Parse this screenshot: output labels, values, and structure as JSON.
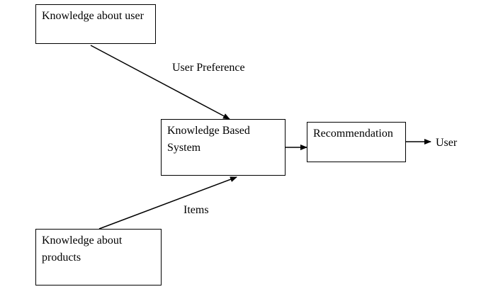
{
  "diagram": {
    "nodes": {
      "knowledge_about_user": "Knowledge about user",
      "knowledge_based_system": "Knowledge Based System",
      "recommendation": "Recommendation",
      "knowledge_about_products": "Knowledge about products"
    },
    "edge_labels": {
      "user_preference": "User Preference",
      "items": "Items",
      "user": "User"
    },
    "edges": [
      {
        "from": "knowledge_about_user",
        "to": "knowledge_based_system",
        "label": "User Preference"
      },
      {
        "from": "knowledge_about_products",
        "to": "knowledge_based_system",
        "label": "Items"
      },
      {
        "from": "knowledge_based_system",
        "to": "recommendation",
        "label": ""
      },
      {
        "from": "recommendation",
        "to": "user",
        "label": "User"
      }
    ],
    "colors": {
      "stroke": "#000000",
      "background": "#ffffff"
    }
  }
}
